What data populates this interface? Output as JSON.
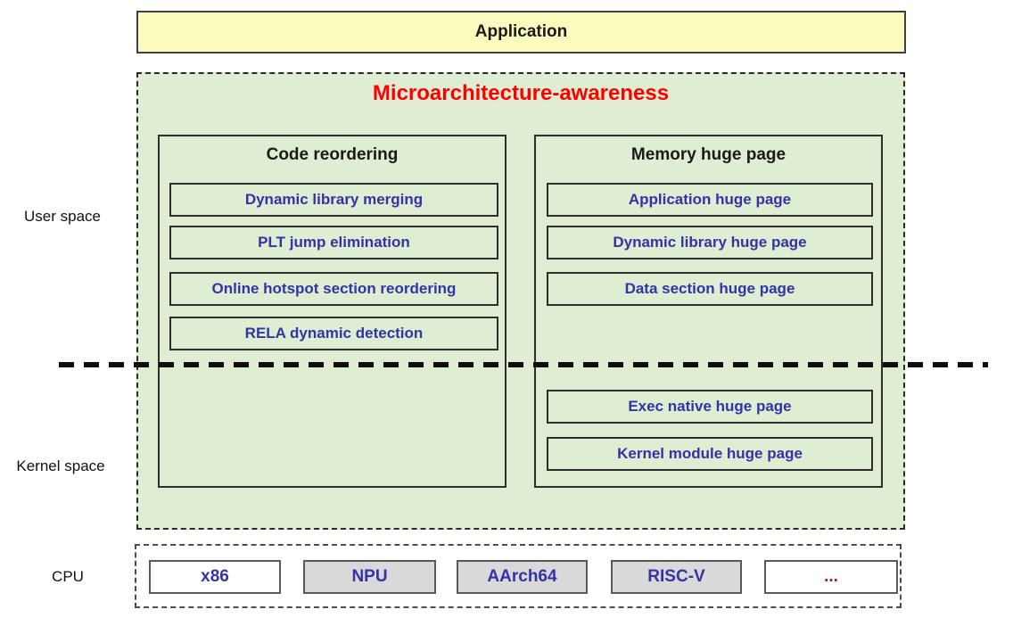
{
  "side_labels": {
    "user_space": "User space",
    "kernel_space": "Kernel space",
    "cpu": "CPU"
  },
  "application": {
    "label": "Application"
  },
  "framework": {
    "title": "Microarchitecture-awareness",
    "columns": [
      {
        "title": "Code reordering",
        "user_items": [
          "Dynamic library merging",
          "PLT jump elimination",
          "Online hotspot section reordering",
          "RELA dynamic detection"
        ],
        "kernel_items": []
      },
      {
        "title": "Memory huge page",
        "user_items": [
          "Application huge page",
          "Dynamic library huge page",
          "Data section huge page"
        ],
        "kernel_items": [
          "Exec native huge page",
          "Kernel module huge page"
        ]
      }
    ]
  },
  "cpu": {
    "chips": [
      {
        "label": "x86",
        "style": "outline"
      },
      {
        "label": "NPU",
        "style": "filled"
      },
      {
        "label": "AArch64",
        "style": "filled"
      },
      {
        "label": "RISC-V",
        "style": "filled"
      },
      {
        "label": "...",
        "style": "outline-red"
      }
    ]
  },
  "colors": {
    "application_fill": "#FBFBBD",
    "framework_fill": "#DFEDD2",
    "item_text_blue": "#3333A8",
    "title_red": "#FF0000",
    "chip_gray_fill": "#D9D9D9",
    "ellipsis_dark_red": "#992222"
  }
}
